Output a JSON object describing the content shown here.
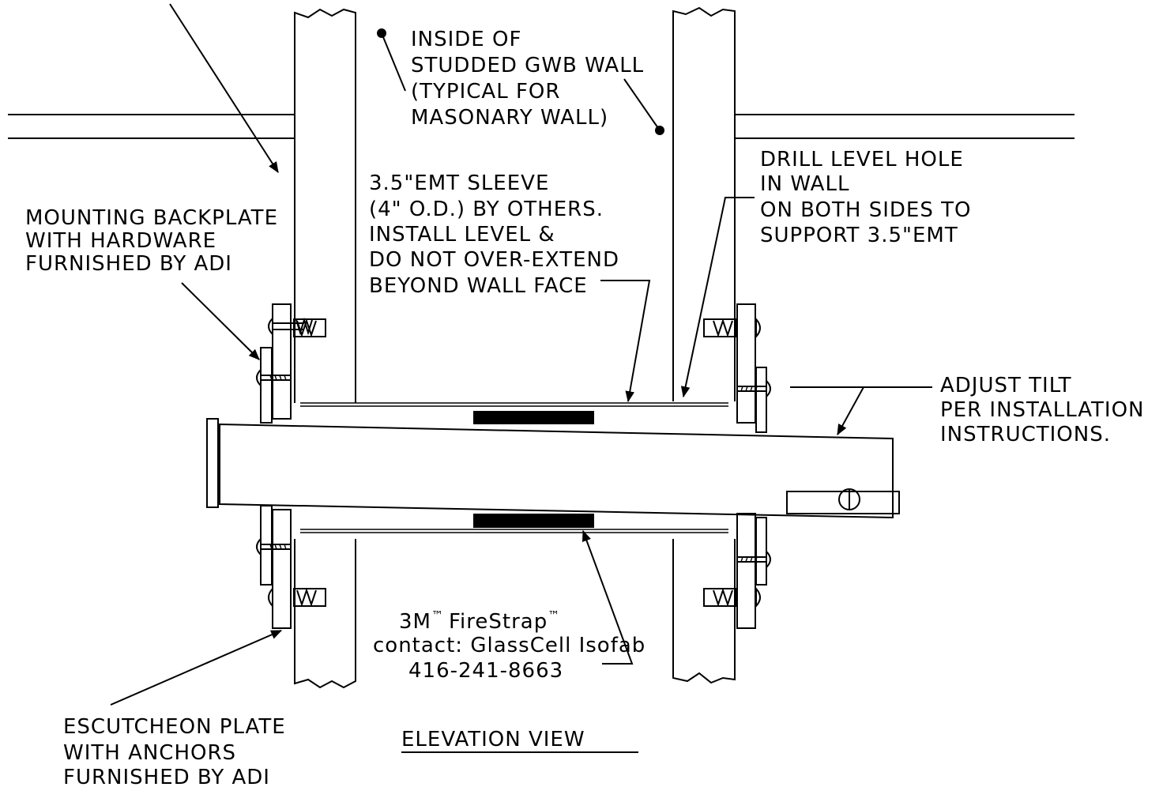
{
  "labels": {
    "inside_wall": [
      "INSIDE OF",
      "STUDDED GWB WALL",
      "(TYPICAL FOR",
      "MASONARY WALL)"
    ],
    "drill_hole": [
      "DRILL LEVEL HOLE",
      "IN WALL",
      "ON BOTH SIDES TO",
      "SUPPORT 3.5\"EMT"
    ],
    "emt_sleeve": [
      "3.5\"EMT SLEEVE",
      "(4\" O.D.) BY OTHERS.",
      "INSTALL LEVEL &",
      "DO NOT OVER-EXTEND",
      "BEYOND WALL FACE"
    ],
    "backplate": [
      "MOUNTING BACKPLATE",
      "WITH HARDWARE",
      "FURNISHED BY ADI"
    ],
    "adjust_tilt": [
      "ADJUST TILT",
      "PER INSTALLATION",
      "INSTRUCTIONS."
    ],
    "firestrap": {
      "brand": "3M",
      "tm": "™",
      "product": "FireStrap",
      "contact": "contact: GlassCell Isofab",
      "phone": "416-241-8663"
    },
    "escutcheon": [
      "ESCUTCHEON PLATE",
      "WITH ANCHORS",
      "FURNISHED BY ADI"
    ],
    "view_title": "ELEVATION VIEW"
  }
}
